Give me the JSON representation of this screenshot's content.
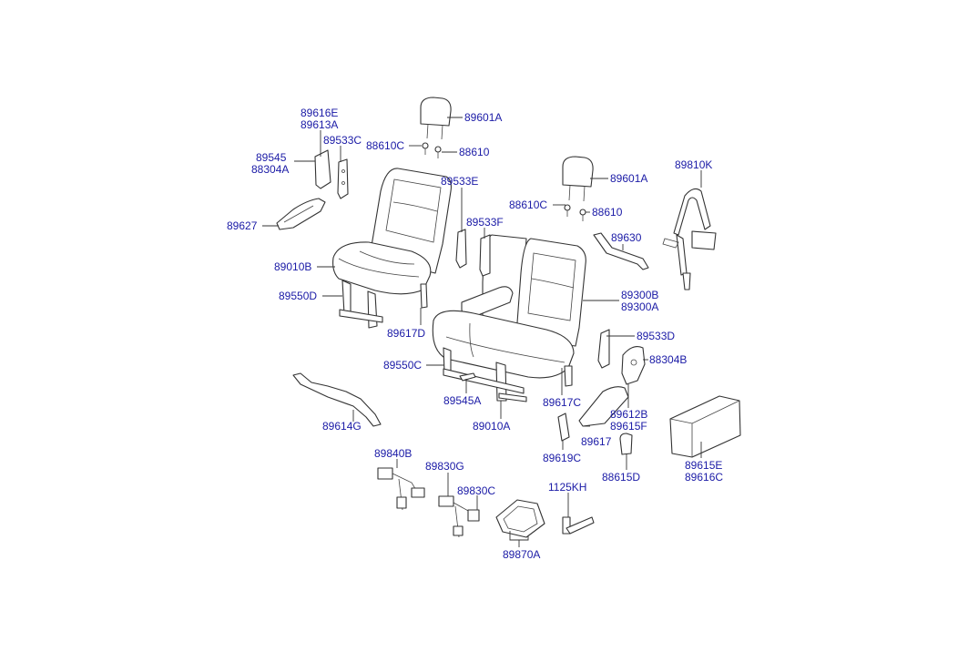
{
  "colors": {
    "label": "#1a1aa6",
    "line": "#333333",
    "background": "#ffffff"
  },
  "labels": {
    "p89616E": "89616E",
    "p89613A": "89613A",
    "p89533C": "89533C",
    "p89545": "89545",
    "p88304A": "88304A",
    "p89627": "89627",
    "p89601A_1": "89601A",
    "p88610C_1": "88610C",
    "p88610_1": "88610",
    "p89010B": "89010B",
    "p89550D": "89550D",
    "p89617D": "89617D",
    "p89533E": "89533E",
    "p89533F": "89533F",
    "p89601A_2": "89601A",
    "p88610C_2": "88610C",
    "p88610_2": "88610",
    "p89630": "89630",
    "p89810K": "89810K",
    "p89300B": "89300B",
    "p89300A": "89300A",
    "p89533D": "89533D",
    "p88304B": "88304B",
    "p89550C": "89550C",
    "p89545A": "89545A",
    "p89010A": "89010A",
    "p89617C": "89617C",
    "p89612B": "89612B",
    "p89615F": "89615F",
    "p89617": "89617",
    "p89619C": "89619C",
    "p88615D": "88615D",
    "p89615E": "89615E",
    "p89616C": "89616C",
    "p89614G": "89614G",
    "p89840B": "89840B",
    "p89830G": "89830G",
    "p89830C": "89830C",
    "p1125KH": "1125KH",
    "p89870A": "89870A"
  }
}
